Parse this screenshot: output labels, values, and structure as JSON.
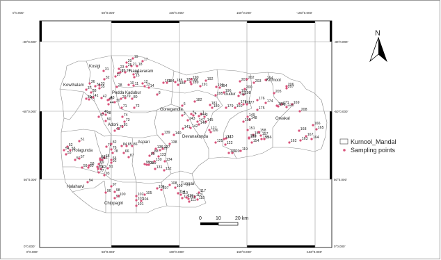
{
  "map": {
    "top_ticks": [
      "0°0.000'",
      "50°0.000'",
      "100°0.000'",
      "150°0.000'",
      "-160°0.000'"
    ],
    "bottom_ticks": [
      "0°0.000'",
      "50°0.000'",
      "100°0.000'",
      "150°0.000'",
      "-160°0.000'"
    ],
    "left_ticks": [
      "-30°0.000'",
      "-60°0.000'",
      "50°0.000'",
      "0°0.000'"
    ],
    "right_ticks": [
      "-30°0.000'",
      "-60°0.000'",
      "50°0.000'",
      "0°0.000'"
    ],
    "north_label": "N",
    "legend": {
      "boundary_label": "Kurnool_Mandal",
      "points_label": "Sampling points"
    },
    "scalebar": {
      "labels": [
        "0",
        "10",
        "20 km"
      ]
    },
    "colors": {
      "point": "#d9537b",
      "boundary": "#8a8a8a",
      "grid": "#9a9a9a",
      "frame": "#000000"
    },
    "mandals": [
      {
        "name": "Kosigi"
      },
      {
        "name": "Nandavaram"
      },
      {
        "name": "Kurnool"
      },
      {
        "name": "Kowthalam"
      },
      {
        "name": "Pedda Kadubur"
      },
      {
        "name": "Gonegandla"
      },
      {
        "name": "Gudur"
      },
      {
        "name": "Adoni"
      },
      {
        "name": "Orvakal"
      },
      {
        "name": "Aspari"
      },
      {
        "name": "Devanakonda"
      },
      {
        "name": "Holagunda"
      },
      {
        "name": "Halaharvi"
      },
      {
        "name": "Chippagiri"
      },
      {
        "name": "Tuggali"
      }
    ],
    "sampling_points": [
      "1",
      "2",
      "3",
      "4",
      "5",
      "6",
      "8",
      "10",
      "11",
      "12",
      "13",
      "14",
      "15",
      "16",
      "17",
      "18",
      "19",
      "20",
      "21",
      "22",
      "23",
      "24",
      "25",
      "26",
      "27",
      "28",
      "29",
      "30",
      "31",
      "32",
      "33",
      "34",
      "35",
      "36",
      "37",
      "38",
      "39",
      "40",
      "41",
      "42",
      "43",
      "44",
      "45",
      "46",
      "47",
      "48",
      "49",
      "50",
      "51",
      "52",
      "53",
      "54",
      "55",
      "56",
      "57",
      "58",
      "59",
      "60",
      "61",
      "62",
      "63",
      "64",
      "65",
      "66",
      "67",
      "68",
      "69",
      "70",
      "71",
      "72",
      "73",
      "74",
      "75",
      "76",
      "77",
      "78",
      "79",
      "80",
      "81",
      "82",
      "84",
      "85",
      "86",
      "87",
      "88",
      "89",
      "90",
      "91",
      "92",
      "93",
      "94",
      "95",
      "96",
      "97",
      "98",
      "99",
      "100",
      "101",
      "102",
      "103",
      "104",
      "105",
      "106",
      "107",
      "108",
      "109",
      "110",
      "111",
      "112",
      "113",
      "114",
      "115",
      "116",
      "117",
      "118",
      "119",
      "120",
      "121",
      "122",
      "123",
      "124",
      "125",
      "126",
      "127",
      "128",
      "129",
      "130",
      "131",
      "132",
      "133",
      "134",
      "135",
      "136",
      "137",
      "138",
      "139",
      "140",
      "141",
      "142",
      "143",
      "144",
      "145",
      "146",
      "147",
      "148",
      "149",
      "150",
      "151",
      "152",
      "153",
      "154",
      "155",
      "156",
      "157",
      "158",
      "159",
      "160",
      "161",
      "162",
      "163",
      "164",
      "165",
      "166",
      "167",
      "168",
      "169",
      "170",
      "171",
      "172",
      "173",
      "174",
      "175",
      "176",
      "177",
      "178",
      "179",
      "180",
      "181",
      "182",
      "183",
      "184",
      "185",
      "186",
      "187",
      "188",
      "189",
      "190",
      "191",
      "192",
      "193",
      "194",
      "195",
      "196",
      "197",
      "198",
      "199",
      "200",
      "201",
      "202",
      "203",
      "204",
      "205",
      "206",
      "207",
      "208"
    ]
  }
}
